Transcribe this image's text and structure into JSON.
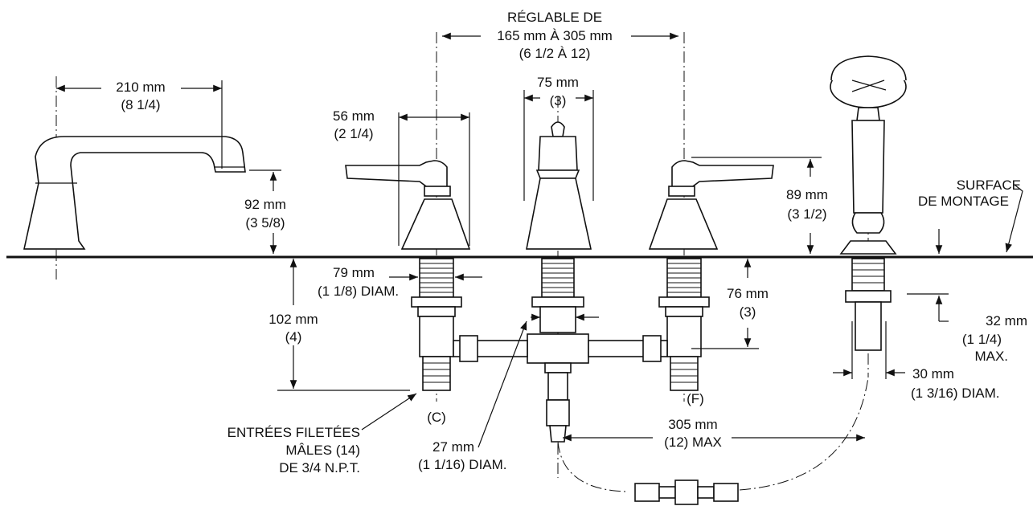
{
  "labels": {
    "adjust_1": "RÉGLABLE DE",
    "adjust_2": "165 mm À 305 mm",
    "adjust_3": "(6 1/2 À 12)",
    "spout_len_1": "210 mm",
    "spout_len_2": "(8 1/4)",
    "spout_h_1": "92 mm",
    "spout_h_2": "(3 5/8)",
    "handle_w_1": "56 mm",
    "handle_w_2": "(2 1/4)",
    "center_w_1": "75 mm",
    "center_w_2": "(3)",
    "handle_h_1": "89 mm",
    "handle_h_2": "(3 1/2)",
    "surface_1": "SURFACE",
    "surface_2": "DE MONTAGE",
    "shank_d_1": "79 mm",
    "shank_d_2": "(1 1/8) DIAM.",
    "depth_1": "102 mm",
    "depth_2": "(4)",
    "deck_1": "76 mm",
    "deck_2": "(3)",
    "hs_deck_1": "32 mm",
    "hs_deck_2": "(1 1/4)",
    "hs_deck_3": "MAX.",
    "hs_d_1": "30 mm",
    "hs_d_2": "(1 3/16) DIAM.",
    "cold": "(C)",
    "hot": "(F)",
    "inlet_1": "ENTRÉES FILETÉES",
    "inlet_2": "MÂLES (14)",
    "inlet_3": "DE 3/4 N.P.T.",
    "outlet_1": "27 mm",
    "outlet_2": "(1 1/16) DIAM.",
    "hose_1": "305 mm",
    "hose_2": "(12) MAX"
  }
}
